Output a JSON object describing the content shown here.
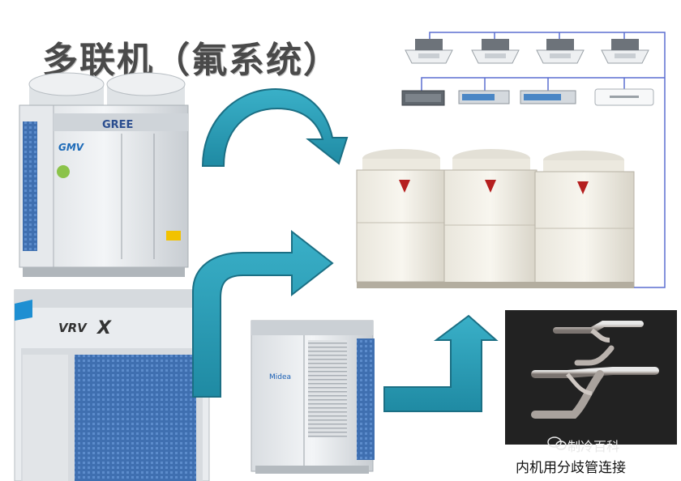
{
  "title": "多联机（氟系统）",
  "caption": "内机用分歧管连接",
  "watermark": "制冷百科",
  "brands": {
    "gree": "GREE",
    "gmv": "GMV",
    "vrv": "VRV",
    "vrv_x": "X",
    "midea": "Midea"
  },
  "colors": {
    "arrow": "#2b9bb5",
    "arrow_dark": "#1b6f84",
    "title": "#4a4a4a",
    "pipe": "#5b6fd0"
  },
  "icons": [
    "curved-arrow-icon",
    "bent-arrow-icon",
    "wechat-icon"
  ]
}
